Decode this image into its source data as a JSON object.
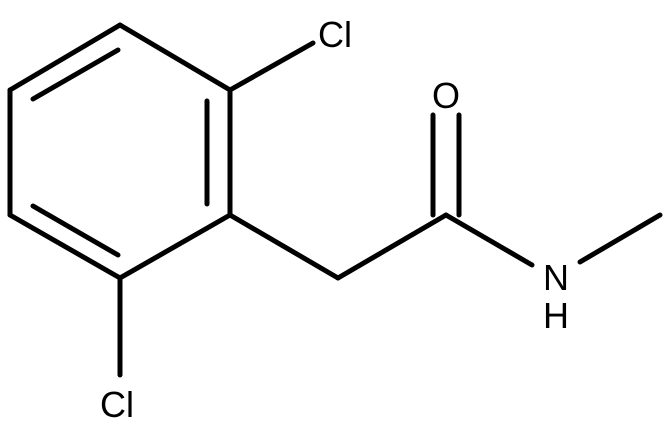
{
  "molecule": {
    "atoms": {
      "cl_top": "Cl",
      "cl_bottom": "Cl",
      "oxygen": "O",
      "nitrogen": "N",
      "hydrogen": "H"
    }
  }
}
